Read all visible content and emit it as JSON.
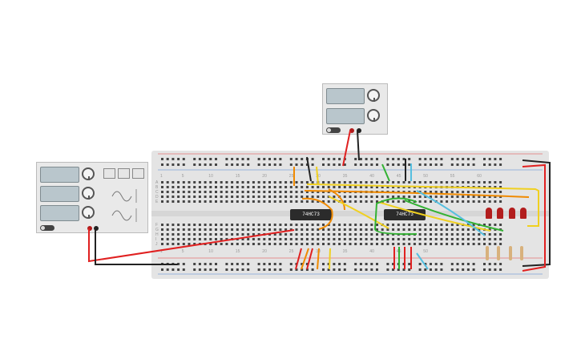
{
  "breadboard": {
    "column_labels_top": [
      "1",
      "5",
      "10",
      "15",
      "20",
      "25",
      "30",
      "35",
      "40",
      "45",
      "50",
      "55",
      "60"
    ],
    "column_labels_bottom": [
      "1",
      "5",
      "10",
      "15",
      "20",
      "25",
      "30",
      "35",
      "40",
      "45",
      "50"
    ],
    "row_labels_left": [
      "A",
      "B",
      "C",
      "D",
      "E",
      "F",
      "G",
      "H",
      "I",
      "J"
    ]
  },
  "chips": [
    {
      "label": "74HC73"
    },
    {
      "label": "74HC73"
    }
  ],
  "devices": {
    "function_generator": {
      "name": "function-generator"
    },
    "power_supply": {
      "name": "power-supply"
    }
  },
  "colors": {
    "wire_red": "#e02020",
    "wire_black": "#222222",
    "wire_orange": "#f08a00",
    "wire_yellow": "#f0d020",
    "wire_green": "#33b233",
    "wire_lightblue": "#55bfe0",
    "rail_red": "#e67373",
    "rail_blue": "#7fa6d9"
  }
}
